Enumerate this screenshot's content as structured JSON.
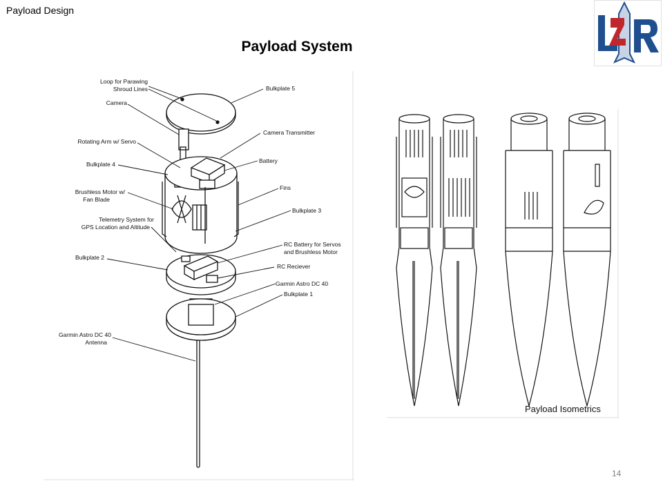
{
  "slide": {
    "header_label": "Payload Design",
    "title": "Payload System",
    "page_number": "14",
    "logo_text": "L2R"
  },
  "exploded_view": {
    "labels": {
      "loop": "Loop for Parawing",
      "loop2": "Shroud Lines",
      "camera": "Camera",
      "arm": "Rotating Arm w/ Servo",
      "bp4": "Bulkplate 4",
      "motor": "Brushless Motor w/",
      "motor2": "Fan Blade",
      "telemetry": "Telemetry System for",
      "telemetry2": "GPS Location and Altitude",
      "bp2": "Bulkplate 2",
      "antenna": "Garmin Astro DC 40",
      "antenna2": "Antenna",
      "bp5": "Bulkplate 5",
      "transmitter": "Camera Transmitter",
      "battery": "Battery",
      "fins": "Fins",
      "bp3": "Bulkplate 3",
      "rcbat": "RC Battery for Servos",
      "rcbat2": "and Brushless Motor",
      "receiver": "RC Reciever",
      "garmin": "Garmin Astro DC 40",
      "bp1": "Bulkplate 1"
    }
  },
  "isometrics": {
    "caption": "Payload Isometrics"
  },
  "colors": {
    "logo_blue": "#1f4f8f",
    "logo_red": "#c0272d",
    "page_number": "#7f7f7f"
  }
}
